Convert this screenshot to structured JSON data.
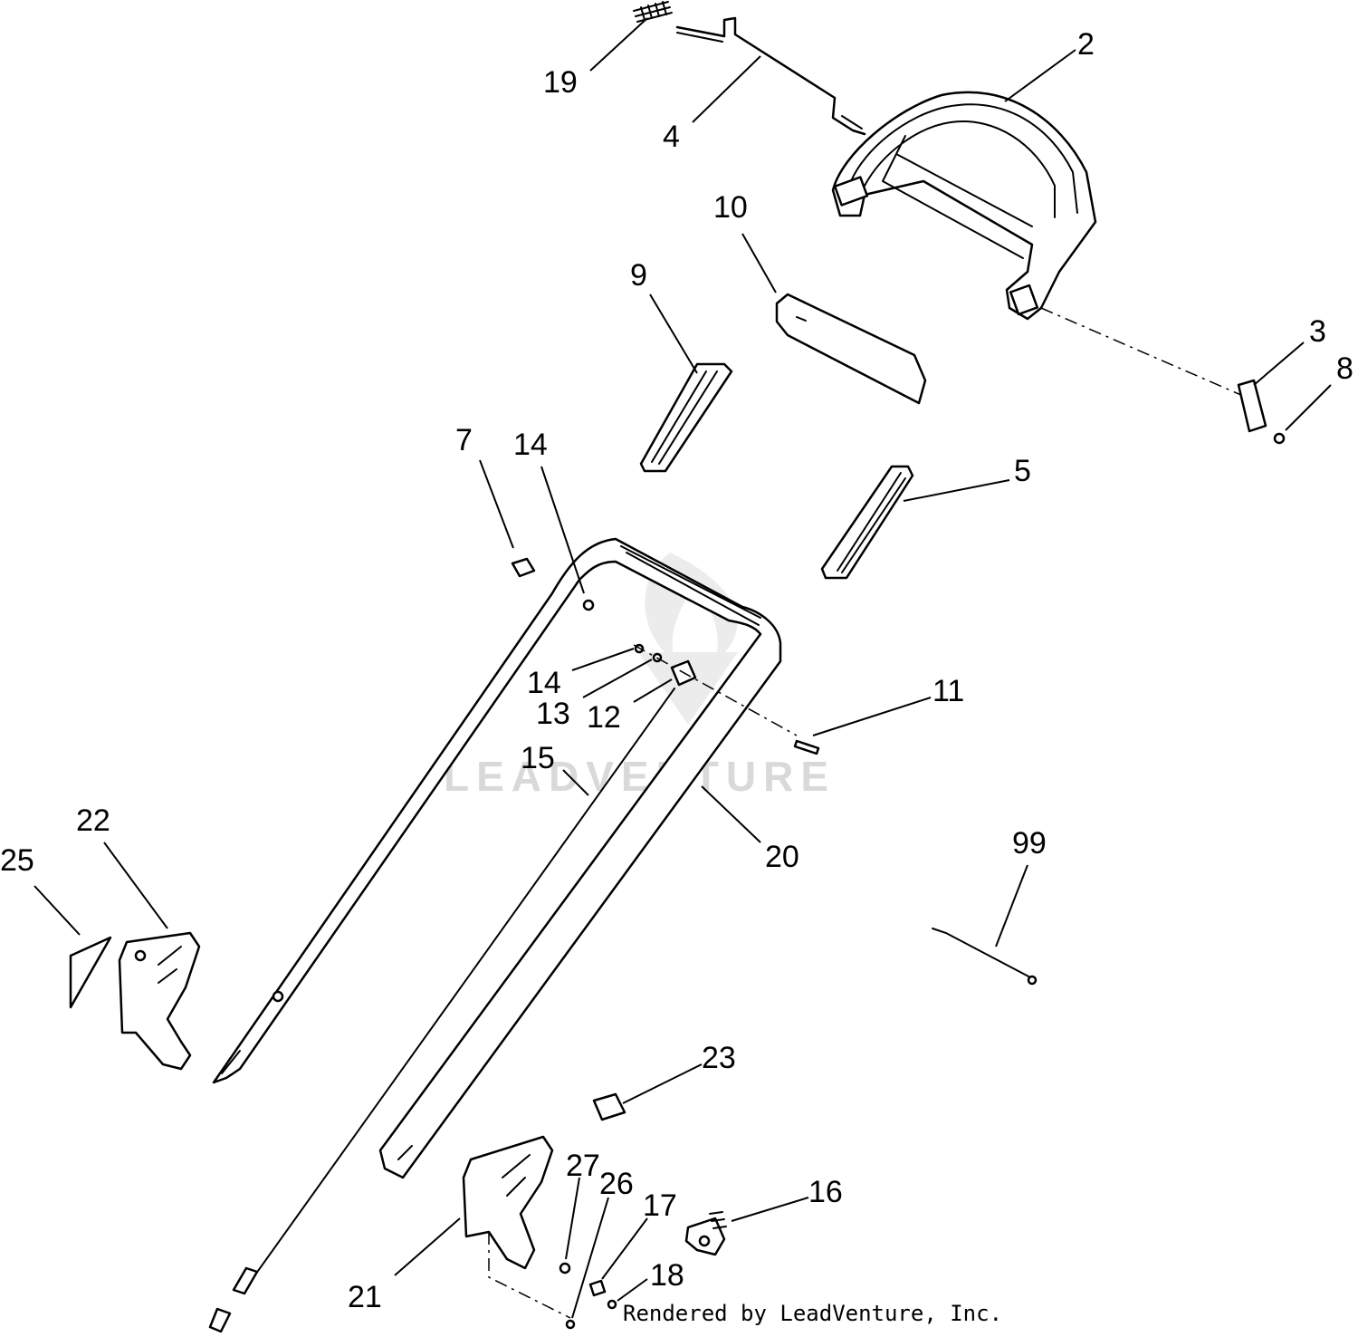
{
  "watermark": "LEADVENTURE",
  "footer": "Rendered by LeadVenture, Inc.",
  "callouts": [
    {
      "id": "19",
      "label": "19"
    },
    {
      "id": "4",
      "label": "4"
    },
    {
      "id": "2",
      "label": "2"
    },
    {
      "id": "10",
      "label": "10"
    },
    {
      "id": "9",
      "label": "9"
    },
    {
      "id": "3",
      "label": "3"
    },
    {
      "id": "8",
      "label": "8"
    },
    {
      "id": "7",
      "label": "7"
    },
    {
      "id": "14a",
      "label": "14"
    },
    {
      "id": "5",
      "label": "5"
    },
    {
      "id": "14b",
      "label": "14"
    },
    {
      "id": "13",
      "label": "13"
    },
    {
      "id": "12",
      "label": "12"
    },
    {
      "id": "11",
      "label": "11"
    },
    {
      "id": "15",
      "label": "15"
    },
    {
      "id": "20",
      "label": "20"
    },
    {
      "id": "22",
      "label": "22"
    },
    {
      "id": "25",
      "label": "25"
    },
    {
      "id": "99",
      "label": "99"
    },
    {
      "id": "23",
      "label": "23"
    },
    {
      "id": "27",
      "label": "27"
    },
    {
      "id": "26",
      "label": "26"
    },
    {
      "id": "17",
      "label": "17"
    },
    {
      "id": "16",
      "label": "16"
    },
    {
      "id": "18",
      "label": "18"
    },
    {
      "id": "21",
      "label": "21"
    }
  ]
}
